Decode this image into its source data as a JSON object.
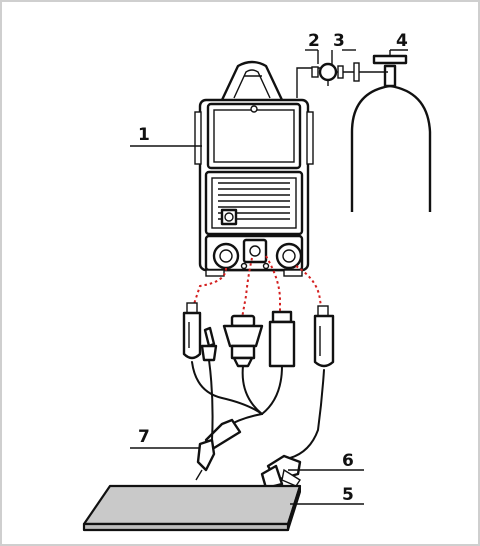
{
  "callouts": [
    {
      "id": "1",
      "text": "1"
    },
    {
      "id": "2",
      "text": "2"
    },
    {
      "id": "3",
      "text": "3"
    },
    {
      "id": "4",
      "text": "4"
    },
    {
      "id": "5",
      "text": "5"
    },
    {
      "id": "6",
      "text": "6"
    },
    {
      "id": "7",
      "text": "7"
    }
  ],
  "colors": {
    "connection_lines": "#d42020",
    "outline": "#111111",
    "workpiece_fill": "#c9c9c9"
  },
  "icons": [
    "welding-machine-icon",
    "gas-cylinder-icon",
    "pressure-regulator-icon",
    "welding-torch-icon",
    "ground-clamp-icon",
    "workpiece-icon",
    "connector-plug-icon"
  ]
}
